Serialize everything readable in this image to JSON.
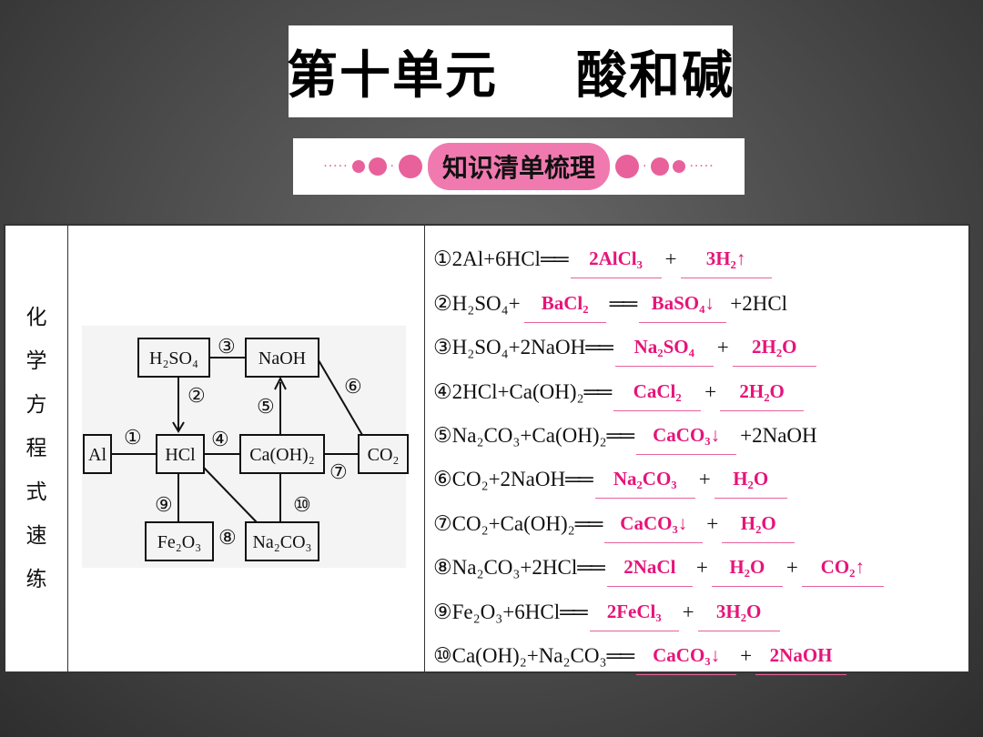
{
  "title": "第十单元    酸和碱",
  "banner": "知识清单梳理",
  "side_label": [
    "化",
    "学",
    "方",
    "程",
    "式",
    "速",
    "练"
  ],
  "diagram": {
    "nodes": {
      "h2so4": "H₂SO₄",
      "naoh": "NaOH",
      "al": "Al",
      "hcl": "HCl",
      "caoh2": "Ca(OH)₂",
      "co2": "CO₂",
      "fe2o3": "Fe₂O₃",
      "na2co3": "Na₂CO₃"
    },
    "numbers": [
      "①",
      "②",
      "③",
      "④",
      "⑤",
      "⑥",
      "⑦",
      "⑧",
      "⑨",
      "⑩"
    ]
  },
  "equations": [
    {
      "pre": "①2Al+6HCl",
      "arrow": "══",
      "a1": "2AlCl₃",
      "mid": "+",
      "a2": "3H₂↑",
      "post": ""
    },
    {
      "pre": "②H₂SO₄+",
      "a1": "BaCl₂",
      "arrow": "══",
      "a2": "BaSO₄↓",
      "post": "+2HCl"
    },
    {
      "pre": "③H₂SO₄+2NaOH",
      "arrow": "══",
      "a1": "Na₂SO₄",
      "mid": "+",
      "a2": "2H₂O",
      "post": ""
    },
    {
      "pre": "④2HCl+Ca(OH)₂",
      "arrow": "══",
      "a1": "CaCl₂",
      "mid": "+",
      "a2": "2H₂O",
      "post": ""
    },
    {
      "pre": "⑤Na₂CO₃+Ca(OH)₂",
      "arrow": "══",
      "a1": "CaCO₃↓",
      "mid": "",
      "a2": "",
      "post": "+2NaOH"
    },
    {
      "pre": "⑥CO₂+2NaOH",
      "arrow": "══",
      "a1": "Na₂CO₃",
      "mid": "+",
      "a2": "H₂O",
      "post": ""
    },
    {
      "pre": "⑦CO₂+Ca(OH)₂",
      "arrow": "══",
      "a1": "CaCO₃↓",
      "mid": "+",
      "a2": "H₂O",
      "post": ""
    },
    {
      "pre": "⑧Na₂CO₃+2HCl",
      "arrow": "══",
      "a1": "2NaCl",
      "mid": "+",
      "a2": "H₂O",
      "mid2": "+",
      "a3": "CO₂↑",
      "post": ""
    },
    {
      "pre": "⑨Fe₂O₃+6HCl",
      "arrow": "══",
      "a1": "2FeCl₃",
      "mid": "+",
      "a2": "3H₂O",
      "post": ""
    },
    {
      "pre": "⑩Ca(OH)₂+Na₂CO₃",
      "arrow": "══",
      "a1": "CaCO₃↓",
      "mid": "+",
      "a2": "2NaOH",
      "post": ""
    }
  ]
}
